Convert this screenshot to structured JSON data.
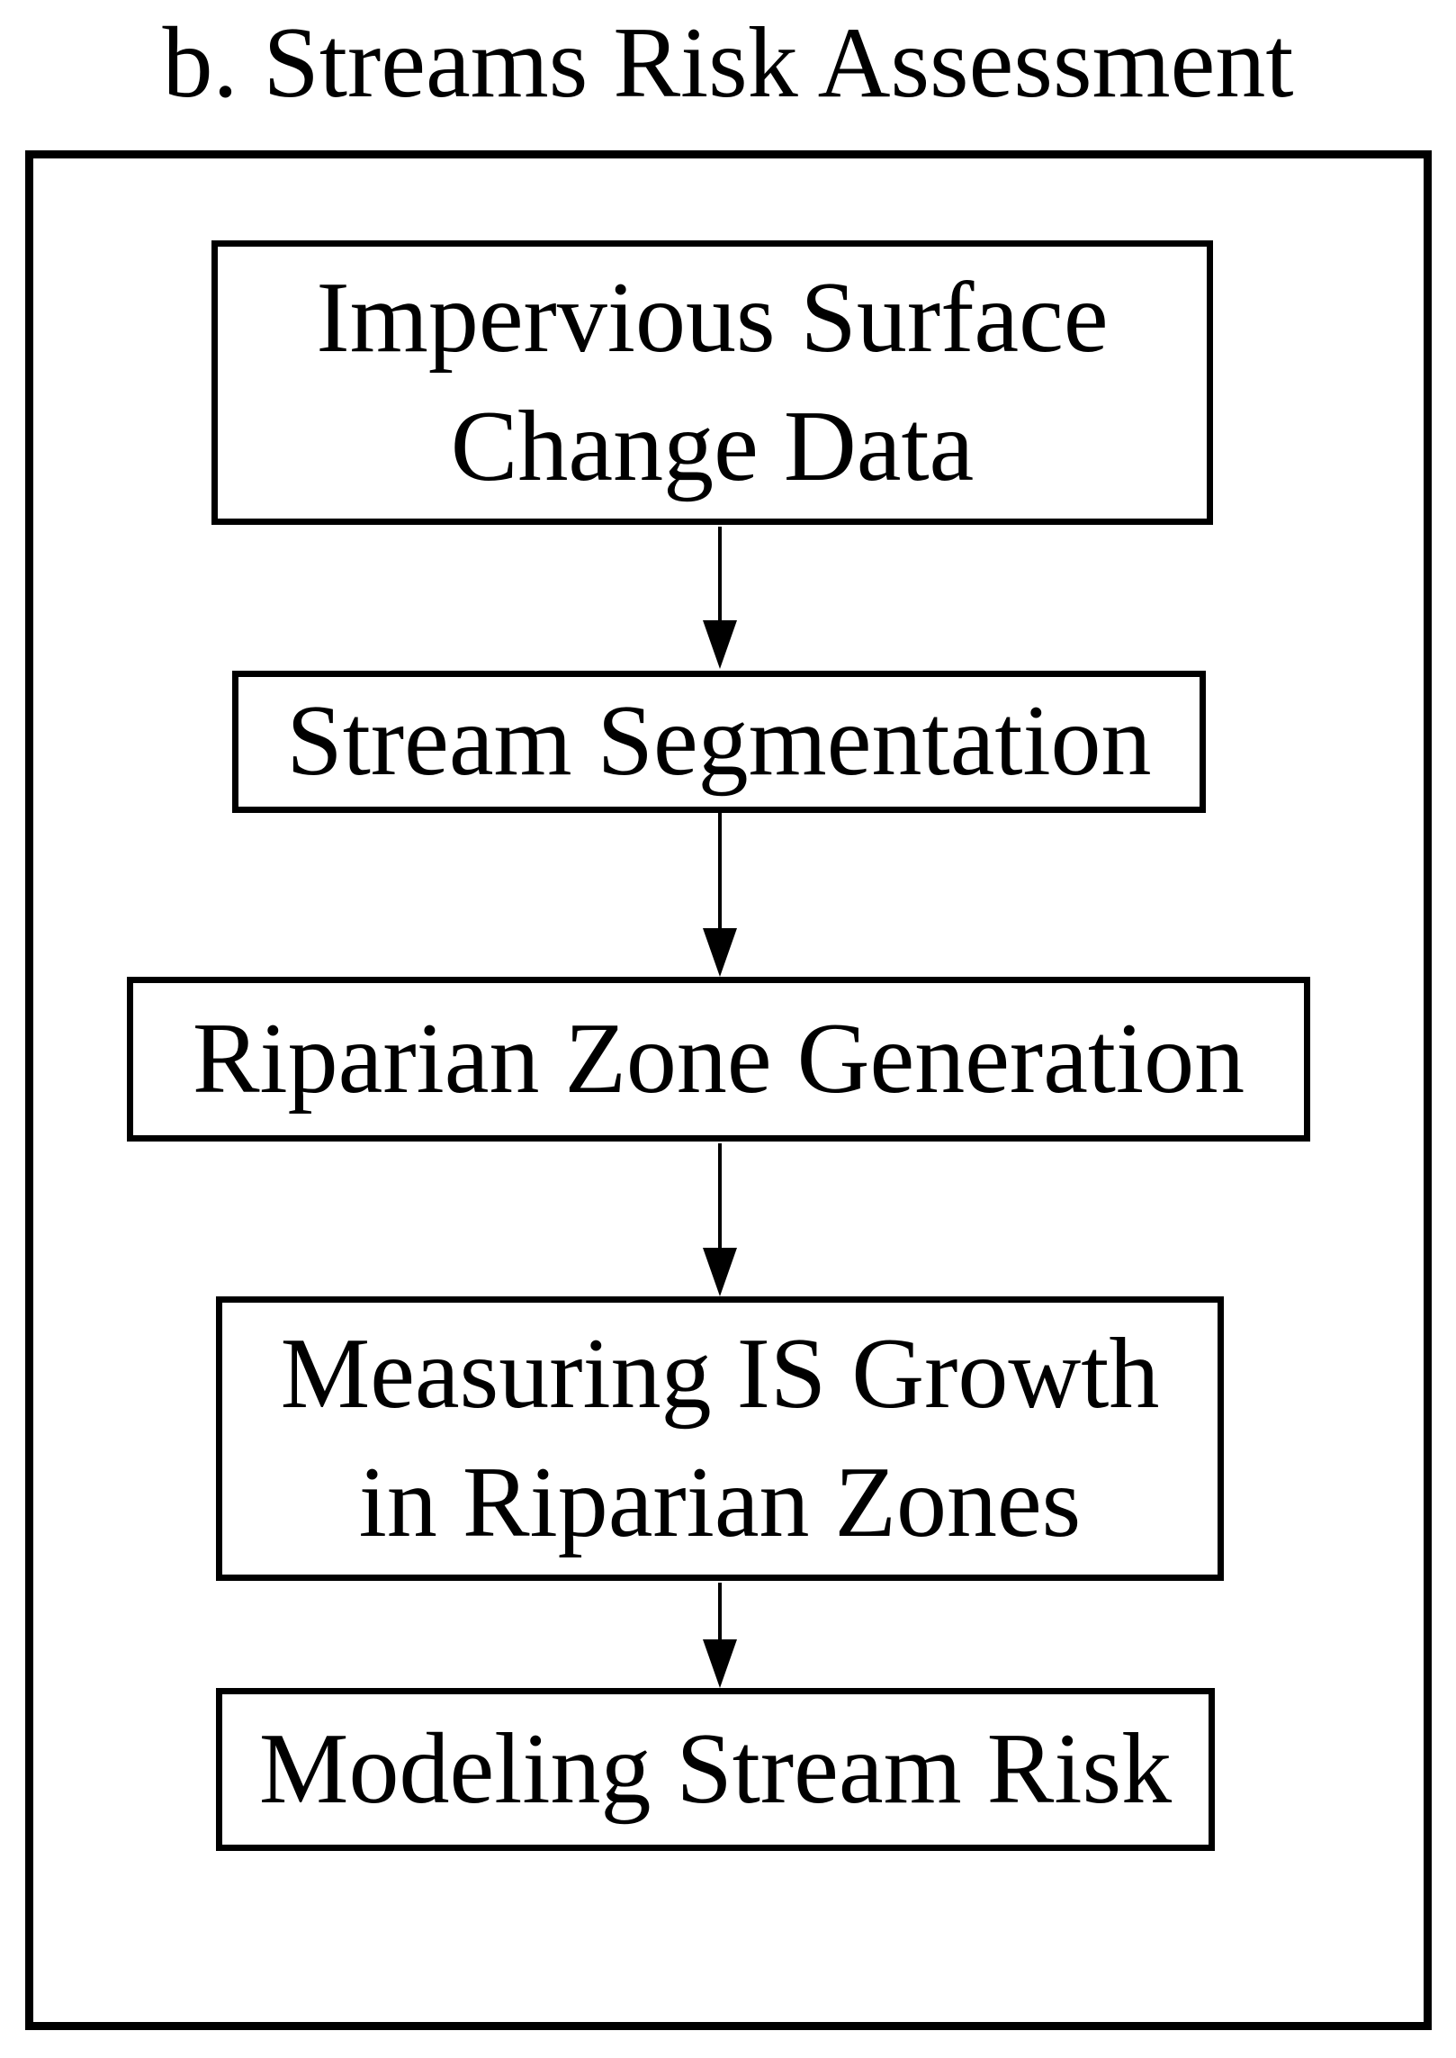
{
  "figure": {
    "title": "b. Streams Risk Assessment",
    "type": "flowchart",
    "direction": "top-to-bottom",
    "colors": {
      "border": "#000000",
      "background": "#ffffff",
      "text": "#000000"
    },
    "steps": [
      {
        "name": "impervious-surface-change-data",
        "lines": [
          "Impervious Surface",
          "Change Data"
        ]
      },
      {
        "name": "stream-segmentation",
        "lines": [
          "Stream Segmentation"
        ]
      },
      {
        "name": "riparian-zone-generation",
        "lines": [
          "Riparian Zone Generation"
        ]
      },
      {
        "name": "measuring-is-growth-in-riparian-zones",
        "lines": [
          "Measuring IS Growth",
          "in Riparian Zones"
        ]
      },
      {
        "name": "modeling-stream-risk",
        "lines": [
          "Modeling Stream Risk"
        ]
      }
    ],
    "connectors": [
      {
        "from": 0,
        "to": 1,
        "style": "arrow-down"
      },
      {
        "from": 1,
        "to": 2,
        "style": "arrow-down"
      },
      {
        "from": 2,
        "to": 3,
        "style": "arrow-down"
      },
      {
        "from": 3,
        "to": 4,
        "style": "arrow-down"
      }
    ]
  }
}
